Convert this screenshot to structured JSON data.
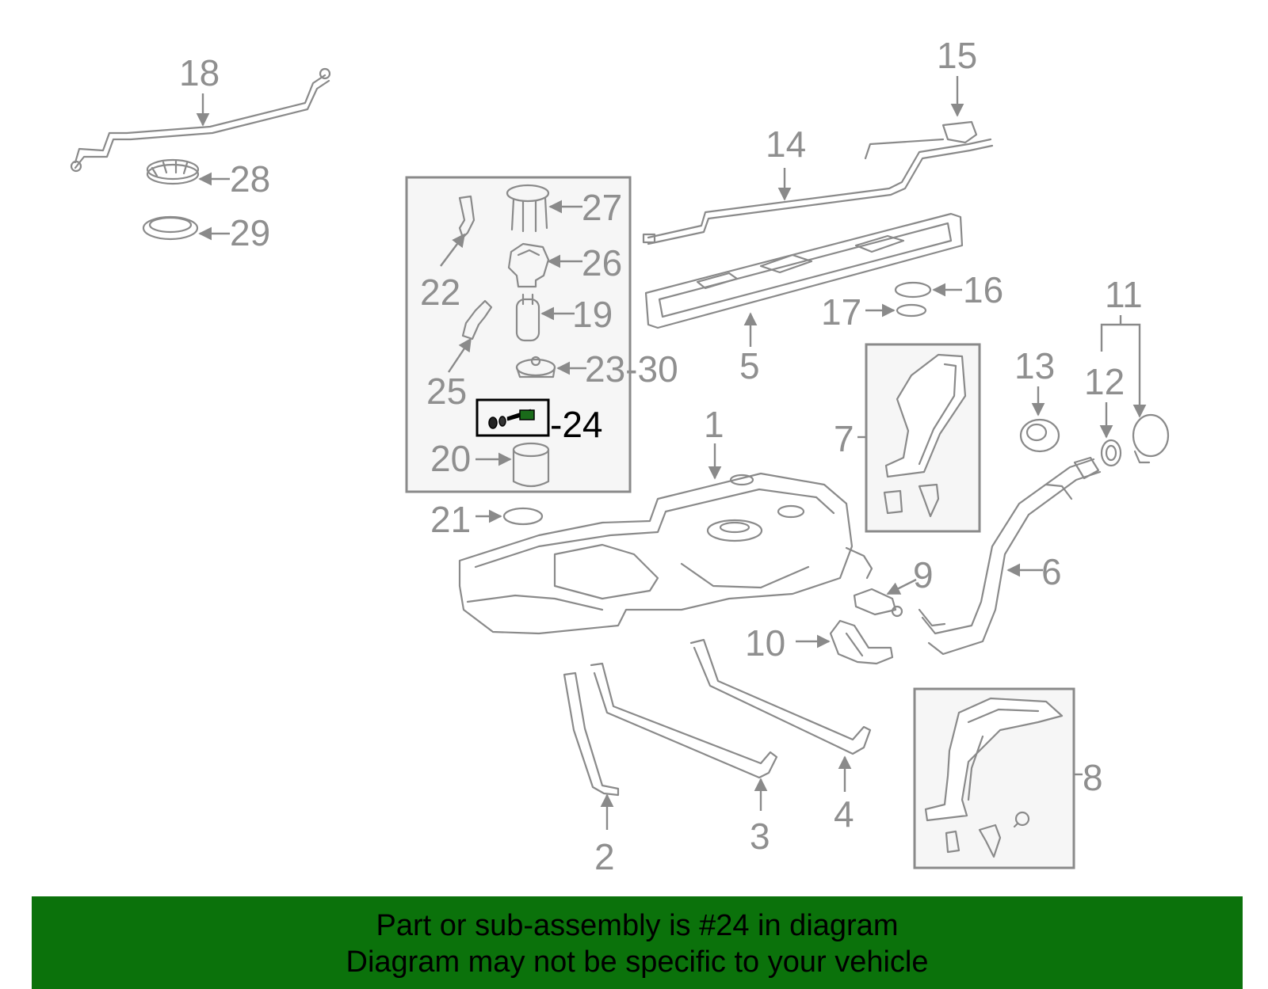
{
  "diagram": {
    "labels": {
      "p1": "1",
      "p2": "2",
      "p3": "3",
      "p4": "4",
      "p5": "5",
      "p6": "6",
      "p7": "7",
      "p8": "8",
      "p9": "9",
      "p10": "10",
      "p11": "11",
      "p12": "12",
      "p13": "13",
      "p14": "14",
      "p15": "15",
      "p16": "16",
      "p17": "17",
      "p18": "18",
      "p19": "19",
      "p20": "20",
      "p21": "21",
      "p22": "22",
      "p23_30": "23-30",
      "p24": "-24",
      "p25": "25",
      "p26": "26",
      "p27": "27",
      "p28": "28",
      "p29": "29"
    },
    "highlighted_part": "24",
    "colors": {
      "line": "#8a8a8a",
      "highlight": "#000000",
      "banner": "#0b720b"
    }
  },
  "banner": {
    "line1": "Part or sub-assembly is #24 in diagram",
    "line2": "Diagram may not be specific to your vehicle"
  }
}
